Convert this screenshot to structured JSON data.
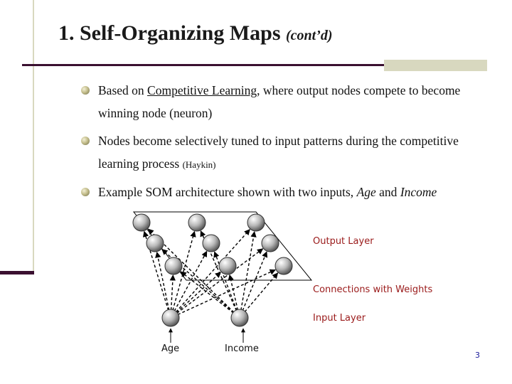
{
  "slide": {
    "title_main": "1. Self-Organizing Maps",
    "title_sub": "(cont’d)",
    "bullets": {
      "b1_pre": "Based on ",
      "b1_link": "Competitive Learning",
      "b1_post": ", where output nodes compete to become winning node (neuron)",
      "b2_main": "Nodes become selectively tuned to input patterns during the competitive learning process",
      "b2_cite": "(Haykin)",
      "b3_pre": "Example SOM architecture shown with two inputs, ",
      "b3_age": "Age",
      "b3_and": " and ",
      "b3_income": "Income"
    },
    "page_number": "3"
  },
  "diagram": {
    "output_layer_label": "Output Layer",
    "connections_label": "Connections with Weights",
    "input_layer_label": "Input Layer",
    "input_names": [
      "Age",
      "Income"
    ],
    "label_color": "#9a1a1a"
  }
}
